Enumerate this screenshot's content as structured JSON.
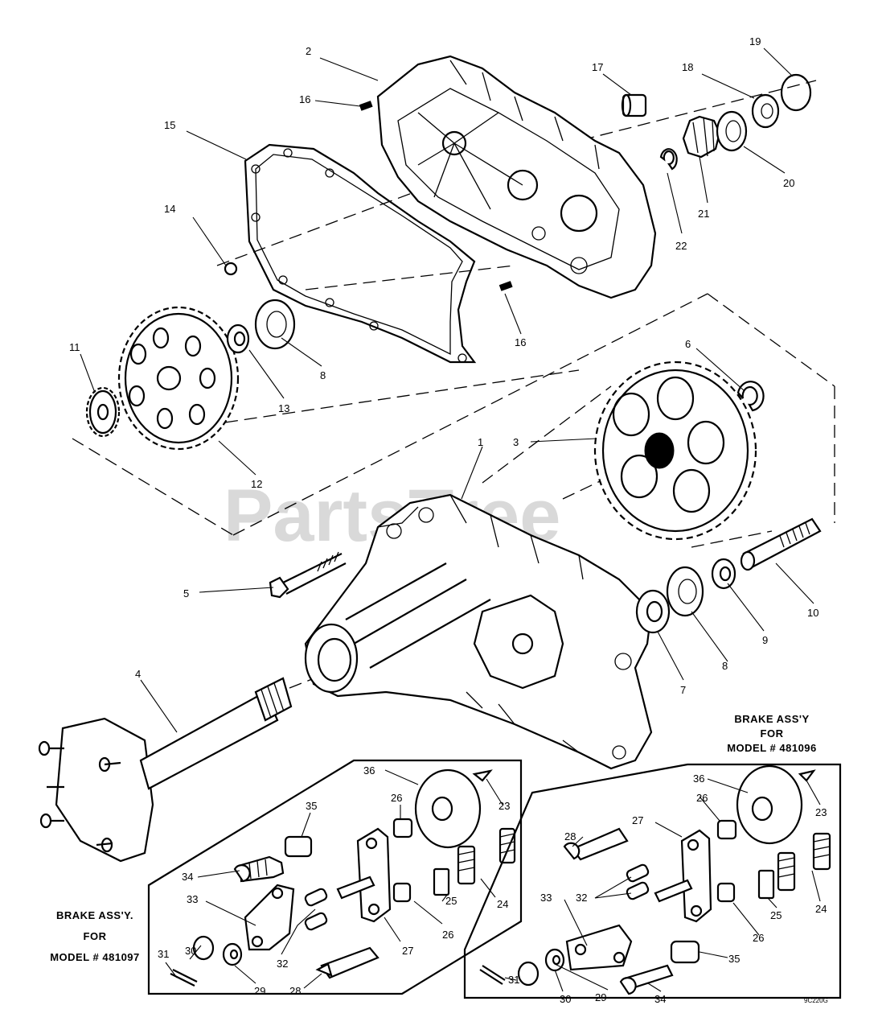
{
  "watermark": "PartsTree",
  "drawing_code": "9C220G",
  "callouts": {
    "c1": "1",
    "c2": "2",
    "c3": "3",
    "c4": "4",
    "c5": "5",
    "c6": "6",
    "c7": "7",
    "c8a": "8",
    "c8b": "8",
    "c9": "9",
    "c10": "10",
    "c11": "11",
    "c12": "12",
    "c13": "13",
    "c14": "14",
    "c15": "15",
    "c16a": "16",
    "c16b": "16",
    "c17": "17",
    "c18": "18",
    "c19": "19",
    "c20": "20",
    "c21": "21",
    "c22": "22",
    "l23": "23",
    "l24": "24",
    "l25": "25",
    "l26a": "26",
    "l26b": "26",
    "l27": "27",
    "l28": "28",
    "l29": "29",
    "l30": "30",
    "l31": "31",
    "l32": "32",
    "l33": "33",
    "l34": "34",
    "l35": "35",
    "l36": "36",
    "r23": "23",
    "r24": "24",
    "r25": "25",
    "r26a": "26",
    "r26b": "26",
    "r27": "27",
    "r28": "28",
    "r29": "29",
    "r30": "30",
    "r31": "31",
    "r32": "32",
    "r33": "33",
    "r34": "34",
    "r35": "35",
    "r36": "36"
  },
  "captions": {
    "left": {
      "line1": "BRAKE ASS'Y.",
      "line2": "FOR",
      "line3": "MODEL # 481097"
    },
    "right": {
      "line1": "BRAKE ASS'Y",
      "line2": "FOR",
      "line3": "MODEL # 481096"
    }
  }
}
